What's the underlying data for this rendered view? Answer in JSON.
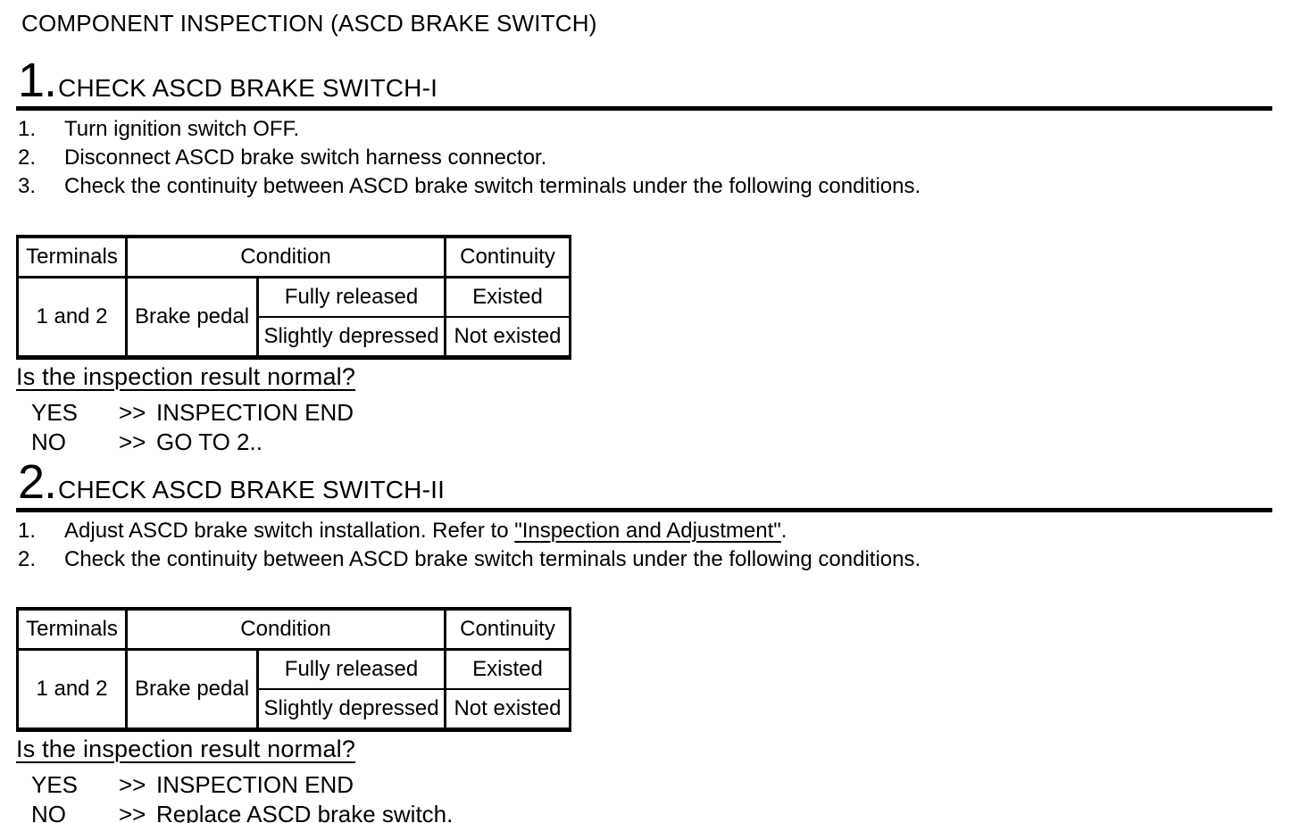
{
  "page_title": "COMPONENT INSPECTION (ASCD BRAKE SWITCH)",
  "colors": {
    "text": "#000000",
    "background": "#ffffff",
    "link": "#000000"
  },
  "sections": [
    {
      "number": "1.",
      "title": "CHECK ASCD BRAKE SWITCH-I",
      "steps": [
        {
          "num": "1.",
          "text": "Turn ignition switch OFF."
        },
        {
          "num": "2.",
          "text": "Disconnect ASCD brake switch harness connector."
        },
        {
          "num": "3.",
          "text": "Check the continuity between ASCD brake switch terminals under the following conditions."
        }
      ],
      "table": {
        "headers": {
          "terminals": "Terminals",
          "condition": "Condition",
          "continuity": "Continuity"
        },
        "terminals": "1 and 2",
        "condition_group": "Brake pedal",
        "rows": [
          {
            "condition": "Fully released",
            "continuity": "Existed"
          },
          {
            "condition": "Slightly depressed",
            "continuity": "Not existed"
          }
        ]
      },
      "question": "Is the inspection result normal?",
      "results": [
        {
          "answer": "YES",
          "arrow": ">>",
          "action": "INSPECTION END"
        },
        {
          "answer": "NO",
          "arrow": ">>",
          "action": "GO TO 2.."
        }
      ]
    },
    {
      "number": "2.",
      "title": "CHECK ASCD BRAKE SWITCH-II",
      "steps": [
        {
          "num": "1.",
          "prefix": "Adjust ASCD brake switch installation. Refer to ",
          "link": "\"Inspection and Adjustment\"",
          "suffix": "."
        },
        {
          "num": "2.",
          "text": "Check the continuity between ASCD brake switch terminals under the following conditions."
        }
      ],
      "table": {
        "headers": {
          "terminals": "Terminals",
          "condition": "Condition",
          "continuity": "Continuity"
        },
        "terminals": "1 and 2",
        "condition_group": "Brake pedal",
        "rows": [
          {
            "condition": "Fully released",
            "continuity": "Existed"
          },
          {
            "condition": "Slightly depressed",
            "continuity": "Not existed"
          }
        ]
      },
      "question": "Is the inspection result normal?",
      "results": [
        {
          "answer": "YES",
          "arrow": ">>",
          "action": "INSPECTION END"
        },
        {
          "answer": "NO",
          "arrow": ">>",
          "action": "Replace ASCD brake switch."
        }
      ]
    }
  ]
}
